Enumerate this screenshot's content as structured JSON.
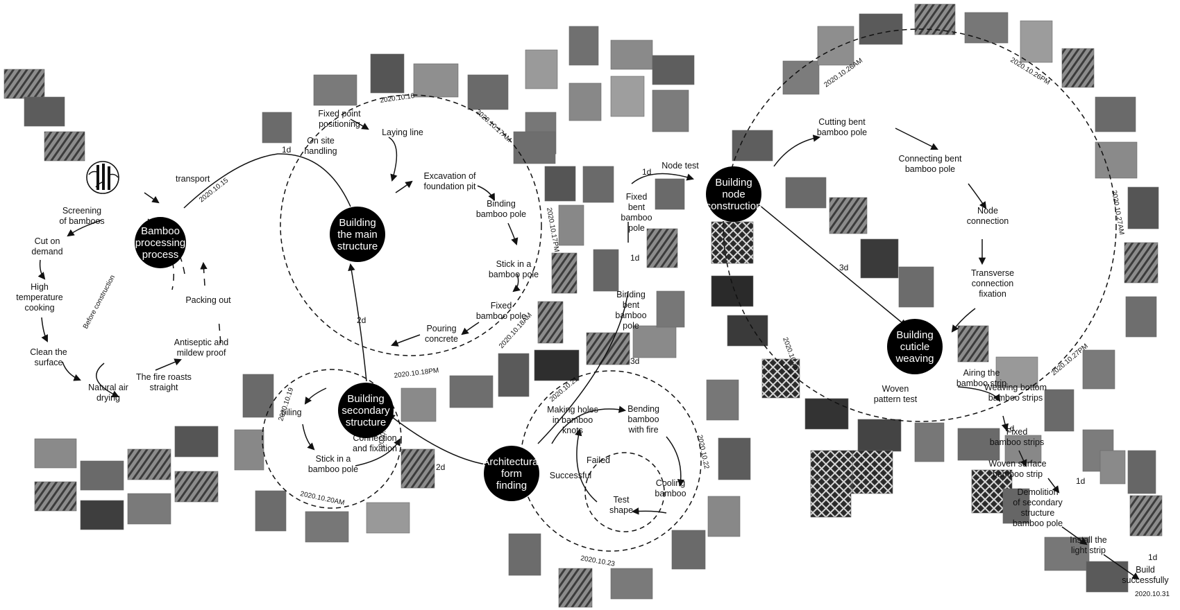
{
  "hubs": [
    {
      "id": "hub-bamboo-processing",
      "lines": [
        "Bamboo",
        "processing",
        "process"
      ]
    },
    {
      "id": "hub-main-structure",
      "lines": [
        "Building",
        "the main",
        "structure"
      ]
    },
    {
      "id": "hub-secondary-structure",
      "lines": [
        "Building",
        "secondary",
        "structure"
      ]
    },
    {
      "id": "hub-architectural-form-finding",
      "lines": [
        "Architectural",
        "form",
        "finding"
      ]
    },
    {
      "id": "hub-node-construction",
      "lines": [
        "Building",
        "node",
        "construction"
      ]
    },
    {
      "id": "hub-cuticle-weaving",
      "lines": [
        "Building",
        "cuticle",
        "weaving"
      ]
    }
  ],
  "steps": {
    "processing": [
      [
        "Screening",
        "of bamboos"
      ],
      [
        "Cut on",
        "demand"
      ],
      [
        "High",
        "temperature",
        "cooking"
      ],
      [
        "Clean the",
        "surface"
      ],
      [
        "Natural air",
        "drying"
      ],
      [
        "The fire roasts",
        "straight"
      ],
      [
        "Antiseptic and",
        "mildew proof"
      ],
      [
        "Packing out"
      ]
    ],
    "before_construction": "Before construction",
    "main": [
      [
        "Fixed point",
        "positioning"
      ],
      [
        "Laying line"
      ],
      [
        "Excavation of",
        "foundation pit"
      ],
      [
        "Binding",
        "bamboo pole"
      ],
      [
        "Stick in a",
        "bamboo pole"
      ],
      [
        "Fixed",
        "bamboo pole"
      ],
      [
        "Pouring",
        "concrete"
      ],
      [
        "On site",
        "handling"
      ]
    ],
    "secondary": [
      [
        "piling"
      ],
      [
        "Stick in a",
        "bamboo pole"
      ],
      [
        "Connection",
        "and fixation"
      ]
    ],
    "form_finding": [
      [
        "Making holes",
        "in bamboo",
        "knots"
      ],
      [
        "Bending",
        "bamboo",
        "with fire"
      ],
      [
        "Cooling",
        "bamboo"
      ],
      [
        "Test",
        "shape"
      ],
      [
        "Successful"
      ],
      [
        "Failed"
      ]
    ],
    "bent": [
      [
        "Node test"
      ],
      [
        "Fixed",
        "bent",
        "bamboo",
        "pole"
      ],
      [
        "Binding",
        "bent",
        "bamboo",
        "pole"
      ]
    ],
    "node": [
      [
        "Cutting bent",
        "bamboo pole"
      ],
      [
        "Connecting bent",
        "bamboo pole"
      ],
      [
        "Node",
        "connection"
      ],
      [
        "Transverse",
        "connection",
        "fixation"
      ]
    ],
    "weaving": [
      [
        "Woven",
        "pattern test"
      ],
      [
        "Airing the",
        "bamboo strip"
      ],
      [
        "Weaving bottom",
        "bamboo strips"
      ],
      [
        "Fixed",
        "bamboo strips"
      ],
      [
        "Woven surface",
        "bamboo strip"
      ],
      [
        "Demolition",
        "of secondary",
        "structure",
        "bamboo pole"
      ],
      [
        "Install the",
        "light strip"
      ],
      [
        "Build",
        "successfully"
      ]
    ]
  },
  "transport": "transport",
  "durations": [
    "1d",
    "2d",
    "2d",
    "1d",
    "1d",
    "3d",
    "3d",
    "1d",
    "1d",
    "1d"
  ],
  "dates": [
    "2020.10.15",
    "2020.10.16",
    "2020.10.17AM",
    "2020.10.17PM",
    "2020.10.18AM",
    "2020.10.18PM",
    "2020.10.19",
    "2020.10.20PM",
    "2020.10.20AM",
    "2020.10.21",
    "2020.10.22",
    "2020.10.23",
    "2020.10.26AM",
    "2020.10.26PM",
    "2020.10.27AM",
    "2020.10.27PM",
    "2020.10.28",
    "2020.10.31"
  ],
  "colors": {
    "hub": "#000000",
    "line": "#111111",
    "photo_dark": "#4a4a4a",
    "photo_light": "#9a9a9a"
  }
}
